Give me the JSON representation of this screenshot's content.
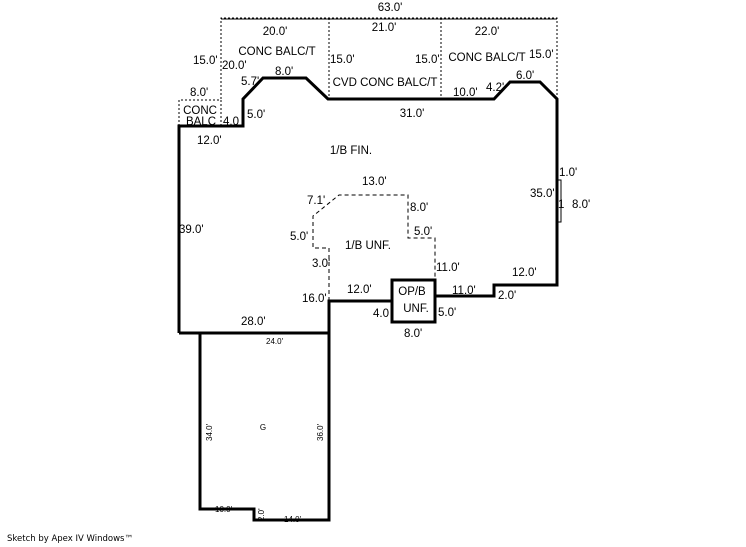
{
  "sketch": {
    "colors": {
      "line": "#000000",
      "background": "#ffffff"
    },
    "areas": {
      "first_floor_finished": "1/B FIN.",
      "first_floor_unfinished": "1/B UNF.",
      "open_porch": [
        "OP/B",
        "UNF."
      ],
      "garage": "G",
      "conc_balc_small": [
        "CONC",
        "BALC"
      ],
      "conc_balc_left": "CONC BALC/T",
      "cvd_conc_balc": "CVD CONC BALC/T",
      "conc_balc_right": "CONC BALC/T"
    },
    "dimensions": {
      "top_overall": "63.0'",
      "balc_left_width": "20.0'",
      "balc_mid_width": "21.0'",
      "balc_right_width": "22.0'",
      "balc_left_height_outer": "15.0'",
      "balc_left_height_inner": "20.0'",
      "balc_mid_left": "15.0'",
      "balc_mid_right": "15.0'",
      "balc_right_height": "15.0'",
      "small_balc_width": "8.0'",
      "small_balc_depth": "4.0",
      "diag_left": "5.7'",
      "top_flat_left": "8.0'",
      "step_left": "5.0'",
      "top_middle": "31.0'",
      "top_right_flat": "10.0'",
      "diag_right": "4.2'",
      "top_flat_right": "6.0'",
      "left_top": "12.0'",
      "left_side": "39.0'",
      "bottom_left": "28.0'",
      "right_side": "35.0'",
      "right_bump_top": "1.0'",
      "right_bump_mid": "1",
      "right_bump_len": "8.0'",
      "right_bottom": "12.0'",
      "right_step": "2.0'",
      "porch_right_run": "11.0'",
      "porch_height_right": "5.0'",
      "porch_width": "8.0'",
      "porch_height_left": "4.0",
      "porch_left_run": "12.0'",
      "step_down": "16.0'",
      "unf_top": "13.0'",
      "unf_diag": "7.1'",
      "unf_left": "5.0'",
      "unf_step": "3.0'",
      "unf_right_top": "8.0'",
      "unf_right_step": "5.0'",
      "unf_right": "11.0'",
      "garage_top": "24.0'",
      "garage_left": "34.0'",
      "garage_right": "36.0'",
      "garage_bottom_left": "10.0'",
      "garage_step": "2.0'",
      "garage_bottom_right": "14.0'"
    }
  },
  "footer": {
    "credit": "Sketch by Apex IV Windows™"
  }
}
